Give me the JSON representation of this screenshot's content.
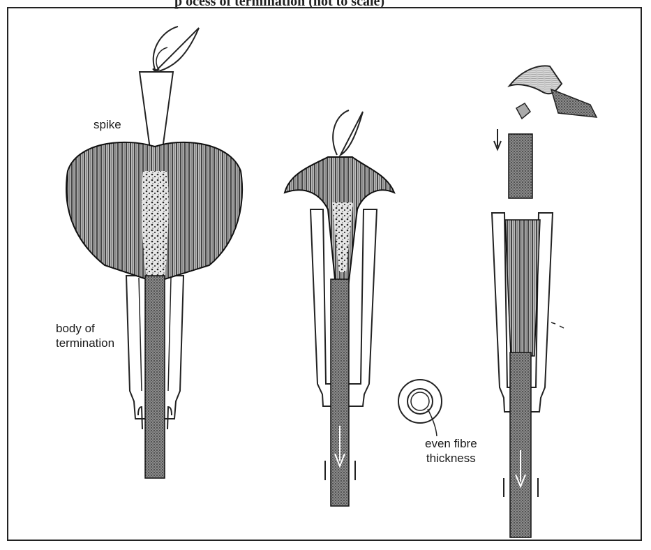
{
  "caption": "p      ocess of termination (not to scale)",
  "labels": {
    "spike": "spike",
    "body_line1": "body of",
    "body_line2": "termination",
    "fibre_line1": "even fibre",
    "fibre_line2": "thickness"
  }
}
